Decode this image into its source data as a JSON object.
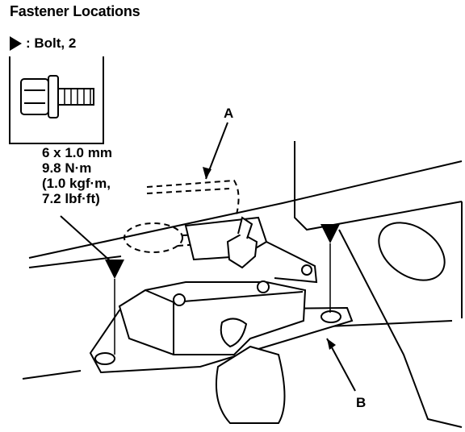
{
  "title": "Fastener Locations",
  "legend": {
    "symbol": "triangle-marker-icon",
    "label": ": Bolt, 2"
  },
  "spec": {
    "line1": "6 x 1.0 mm",
    "line2": "9.8 N·m",
    "line3": "(1.0 kgf·m,",
    "line4": "7.2 lbf·ft)"
  },
  "callouts": {
    "a": "A",
    "b": "B"
  }
}
